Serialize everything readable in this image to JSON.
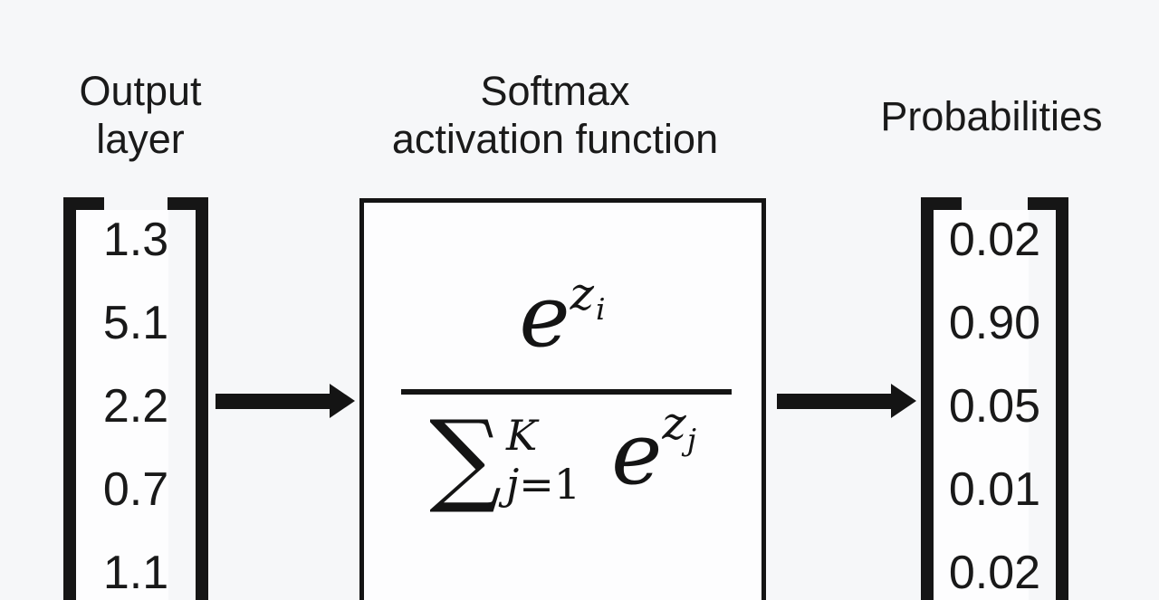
{
  "figure": {
    "title": "Softmax activation diagram",
    "background_color": "#f6f7f9",
    "ink_color": "#1a1a1a",
    "panel_fill_color": "#fdfdfe"
  },
  "labels": {
    "output_line1": "Output",
    "output_line2": "layer",
    "softmax_line1": "Softmax",
    "softmax_line2": "activation function",
    "probabilities": "Probabilities"
  },
  "output_layer": {
    "values": [
      "1.3",
      "5.1",
      "2.2",
      "0.7",
      "1.1"
    ]
  },
  "probabilities": {
    "values": [
      "0.02",
      "0.90",
      "0.05",
      "0.01",
      "0.02"
    ]
  },
  "formula": {
    "numerator_base": "e",
    "numerator_exp_var": "z",
    "numerator_exp_index": "i",
    "sum_symbol": "∑",
    "sum_upper_limit": "K",
    "sum_lower_var": "j",
    "sum_lower_eq": "=1",
    "denominator_base": "e",
    "denominator_exp_var": "z",
    "denominator_exp_index": "j"
  }
}
